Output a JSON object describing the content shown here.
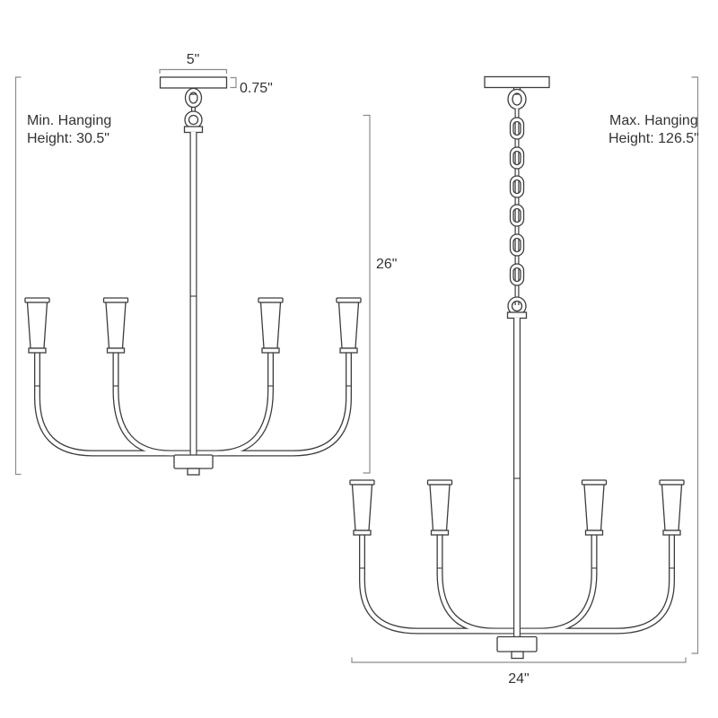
{
  "diagram": {
    "colors": {
      "background": "#ffffff",
      "fixture_line": "#3d3d3d",
      "dimension_line": "#8c8c8c",
      "text": "#333333"
    },
    "min_view": {
      "canopy_width": "5\"",
      "canopy_depth": "0.75\"",
      "hanging_line1": "Min. Hanging",
      "hanging_line2": "Height: 30.5\"",
      "fixture_height": "26\""
    },
    "max_view": {
      "hanging_line1": "Max. Hanging",
      "hanging_line2": "Height: 126.5\"",
      "fixture_width": "24\""
    }
  }
}
